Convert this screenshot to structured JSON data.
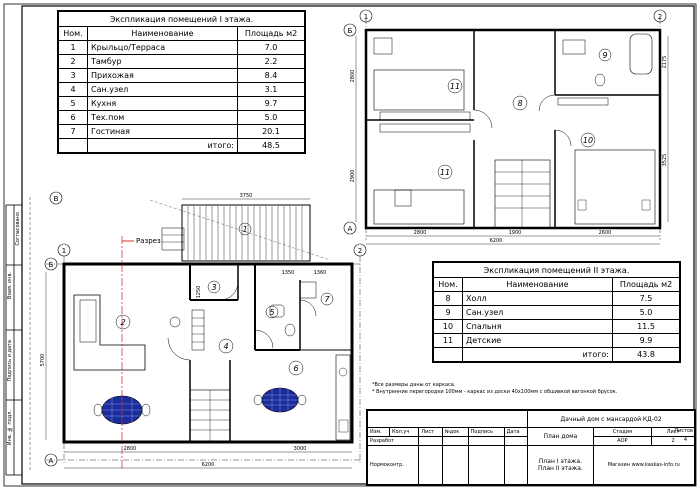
{
  "table1": {
    "title": "Экспликация помещений I этажа.",
    "headers": [
      "Ном.",
      "Наименование",
      "Площадь м2"
    ],
    "rows": [
      [
        "1",
        "Крыльцо/Терраса",
        "7.0"
      ],
      [
        "2",
        "Тамбур",
        "2.2"
      ],
      [
        "3",
        "Прихожая",
        "8.4"
      ],
      [
        "4",
        "Сан.узел",
        "3.1"
      ],
      [
        "5",
        "Кухня",
        "9.7"
      ],
      [
        "6",
        "Тех.пом",
        "5.0"
      ],
      [
        "7",
        "Гостиная",
        "20.1"
      ]
    ],
    "total_label": "итого:",
    "total_value": "48.5"
  },
  "table2": {
    "title": "Экспликация помещений II этажа.",
    "headers": [
      "Ном.",
      "Наименование",
      "Площадь м2"
    ],
    "rows": [
      [
        "8",
        "Холл",
        "7.5"
      ],
      [
        "9",
        "Сан.узел",
        "5.0"
      ],
      [
        "10",
        "Спальня",
        "11.5"
      ],
      [
        "11",
        "Детские",
        "9.9"
      ]
    ],
    "total_label": "итого:",
    "total_value": "43.8"
  },
  "plan1": {
    "axis_labels": [
      "1",
      "2",
      "Б",
      "А",
      "В"
    ],
    "room_numbers": [
      "1",
      "2",
      "3",
      "4",
      "5",
      "6",
      "7"
    ],
    "dims": {
      "top": "3750",
      "bottom_left": "2800",
      "bottom_total": "6200",
      "bottom_right": "3000",
      "left": "5700",
      "r1": "1350",
      "r2": "1360",
      "r3": "1250"
    },
    "section_label": "Разрез"
  },
  "plan2": {
    "axis_labels": [
      "1",
      "2",
      "Б",
      "А"
    ],
    "room_numbers": [
      "11",
      "9",
      "8",
      "10",
      "11"
    ],
    "dims": {
      "bottom_left": "2800",
      "bottom_mid": "1900",
      "bottom_right": "2600",
      "bottom_total": "6200",
      "left_top": "2800",
      "left_bottom": "2900",
      "right_top": "2175",
      "right_bottom": "3525"
    }
  },
  "notes": [
    "*Все размеры даны от каркаса.",
    "* Внутренние перегородки 100мм - каркас из доски 40x100мм с обшивкой вагонкой брусок."
  ],
  "stamp": {
    "title": "Дачный дом с мансардой КД-02",
    "headers": [
      "Изм.",
      "Кол.уч",
      "Лист",
      "№док",
      "Подпись",
      "Дата"
    ],
    "role1": "Разработ",
    "role2": "Нормоконтр.",
    "sheet_name": "План дома",
    "stage_h": "Стадия",
    "sheet_h": "Лист",
    "sheets_h": "Листов",
    "stage": "АОР",
    "sheet": "2",
    "sheets": "4",
    "plan_lines": [
      "План I этажа.",
      "План II этажа."
    ],
    "site": "Магазин www.kaskas-info.ru"
  },
  "side_labels": [
    "Инв. № подл.",
    "Подпись и дата",
    "Взам. инв.",
    "Согласовано"
  ]
}
